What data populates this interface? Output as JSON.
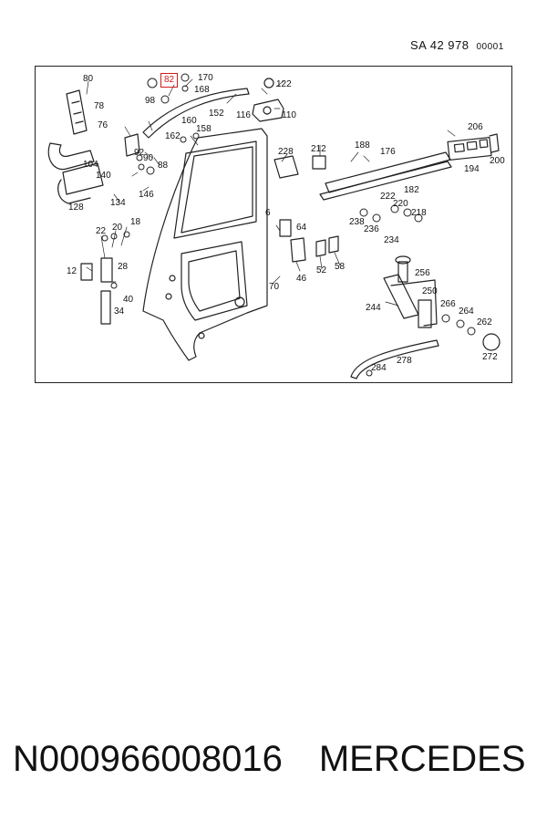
{
  "header": {
    "ref": "SA  42 978",
    "code": "00001"
  },
  "diagram": {
    "highlight_part": "82",
    "part_numbers": [
      "80",
      "82",
      "170",
      "168",
      "98",
      "78",
      "122",
      "152",
      "116",
      "110",
      "76",
      "160",
      "162",
      "158",
      "92",
      "90",
      "88",
      "104",
      "140",
      "134",
      "146",
      "128",
      "6",
      "228",
      "212",
      "188",
      "176",
      "206",
      "194",
      "200",
      "182",
      "222",
      "220",
      "218",
      "238",
      "236",
      "234",
      "64",
      "22",
      "20",
      "18",
      "12",
      "28",
      "40",
      "34",
      "70",
      "46",
      "52",
      "58",
      "256",
      "250",
      "244",
      "266",
      "264",
      "262",
      "272",
      "278",
      "284"
    ]
  },
  "caption": {
    "part_id": "N000966008016",
    "brand": "MERCEDES"
  }
}
